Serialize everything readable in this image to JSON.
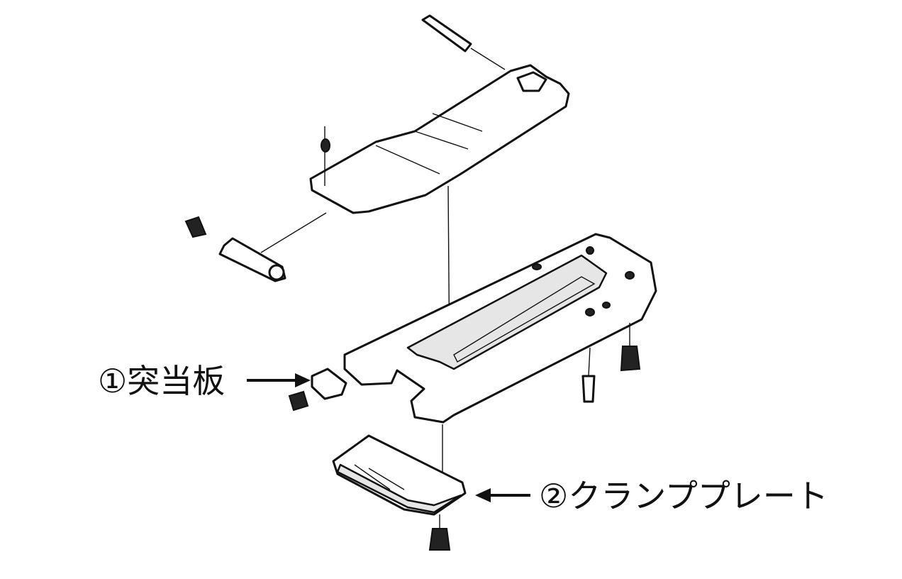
{
  "diagram": {
    "labels": [
      {
        "id": "1",
        "text": "①突当板"
      },
      {
        "id": "2",
        "text": "②クランププレート"
      }
    ]
  }
}
